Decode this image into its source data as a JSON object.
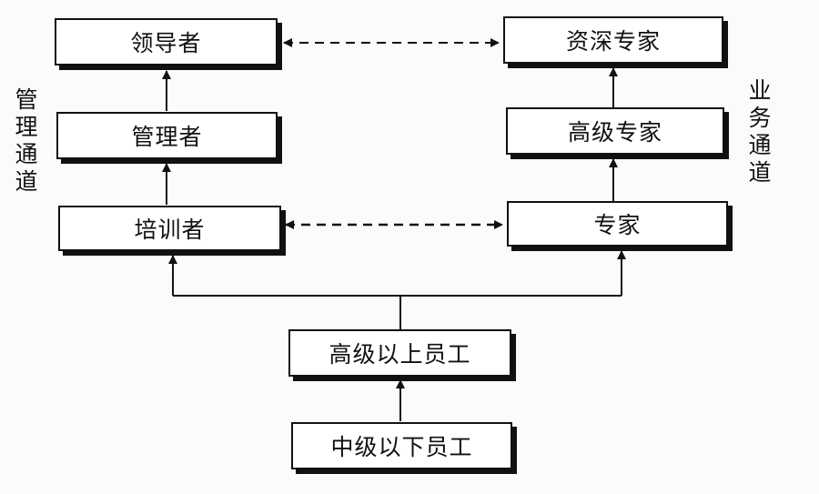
{
  "nodes": {
    "leader": "领导者",
    "manager": "管理者",
    "trainer": "培训者",
    "senior_expert": "资深专家",
    "high_expert": "高级专家",
    "expert": "专家",
    "above_mid": "高级以上员工",
    "below_mid": "中级以下员工"
  },
  "side_labels": {
    "management": "管理通道",
    "business": "业务通道"
  },
  "colors": {
    "line": "#111111",
    "box_fill": "#ffffff",
    "background": "#fbfbfb"
  }
}
